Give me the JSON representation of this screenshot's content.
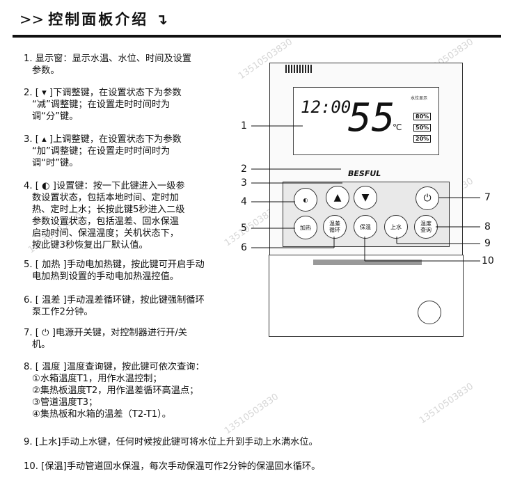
{
  "header": {
    "arrow": ">>",
    "title": "控制面板介绍",
    "mark": "↴"
  },
  "items": [
    {
      "lines": [
        "1. 显示窗：显示水温、水位、时间及设置",
        "参数。"
      ]
    },
    {
      "lines": [
        "2. [ ▾ ]下调整键，在设置状态下为参数",
        "“减”调整键；在设置走时时间时为",
        "调“分”键。"
      ]
    },
    {
      "lines": [
        "3. [ ▴ ]上调整键，在设置状态下为参数",
        "“加”调整键；在设置走时时间时为",
        "调“时”键。"
      ]
    },
    {
      "lines": [
        "4. [ ◐ ]设置键：按一下此键进入一级参",
        "数设置状态，包括本地时间、定时加",
        "热、定时上水；长按此键5秒进入二级",
        "参数设置状态，包括温差、回水保温",
        "启动时间、保温温度；关机状态下，",
        "按此键3秒恢复出厂默认值。"
      ]
    },
    {
      "lines": [
        "5. [ 加热 ]手动电加热键，按此键可开启手动",
        "电加热到设置的手动电加热温控值。"
      ]
    },
    {
      "lines": [
        "6. [ 温差 ]手动温差循环键，按此键强制循环",
        "泵工作2分钟。"
      ]
    },
    {
      "lines": [
        "7. [ ⏻ ]电源开关键，对控制器进行开/关",
        "机。"
      ]
    },
    {
      "lines": [
        "8. [ 温度 ]温度查询键，按此键可依次查询：",
        "①水箱温度T1，用作水温控制；",
        "②集热板温度T2，用作温差循环高温点；",
        "③管道温度T3；",
        "④集热板和水箱的温差（T2-T1）。"
      ]
    },
    {
      "lines": [
        "9. [上水]手动上水键，任何时候按此键可将水位上升到手动上水满水位。"
      ]
    },
    {
      "lines": [
        "10. [保温]手动管道回水保温，每次手动保温可作2分钟的保温回水循环。"
      ]
    }
  ],
  "watermark": "13510503830",
  "device": {
    "brand": "BESFUL",
    "lcd": {
      "time": "12:00",
      "temp": "55",
      "unit": "℃",
      "level_title": "水位显示",
      "levels": [
        "80%",
        "50%",
        "20%"
      ]
    },
    "buttons": {
      "heat": "加热",
      "diff": "温差\n循环",
      "keep": "保温",
      "water": "上水",
      "query": "温度\n查询"
    },
    "callouts": [
      "1",
      "2",
      "3",
      "4",
      "5",
      "6",
      "7",
      "8",
      "9",
      "10"
    ]
  }
}
